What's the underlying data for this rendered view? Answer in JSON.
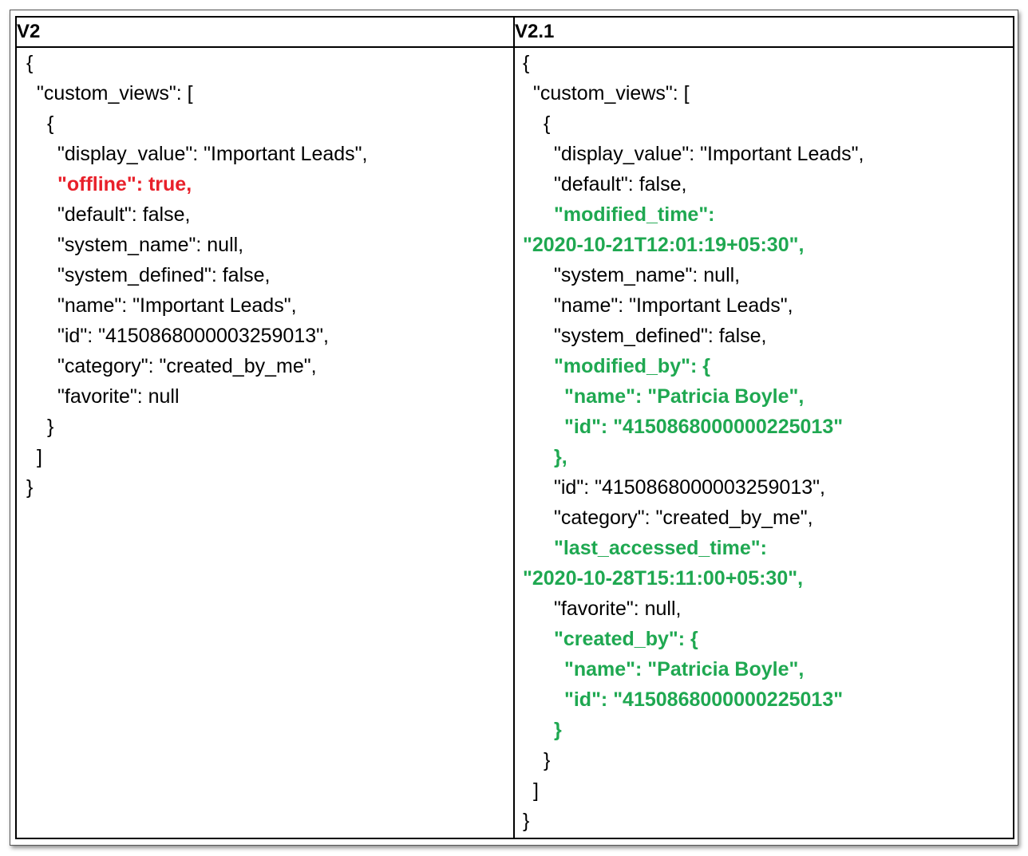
{
  "headers": {
    "v2": "V2",
    "v21": "V2.1"
  },
  "colors": {
    "removed": "#e8202a",
    "added": "#1fa851",
    "text": "#000000"
  },
  "v2_lines": [
    {
      "text": "{",
      "indent": 0,
      "style": "normal"
    },
    {
      "text": "\"custom_views\": [",
      "indent": 1,
      "style": "normal"
    },
    {
      "text": "{",
      "indent": 2,
      "style": "normal"
    },
    {
      "text": "\"display_value\": \"Important Leads\",",
      "indent": 3,
      "style": "normal"
    },
    {
      "text": "\"offline\": true,",
      "indent": 3,
      "style": "removed"
    },
    {
      "text": "\"default\": false,",
      "indent": 3,
      "style": "normal"
    },
    {
      "text": "\"system_name\": null,",
      "indent": 3,
      "style": "normal"
    },
    {
      "text": "\"system_defined\": false,",
      "indent": 3,
      "style": "normal"
    },
    {
      "text": "\"name\": \"Important Leads\",",
      "indent": 3,
      "style": "normal"
    },
    {
      "text": "\"id\": \"4150868000003259013\",",
      "indent": 3,
      "style": "normal"
    },
    {
      "text": "\"category\": \"created_by_me\",",
      "indent": 3,
      "style": "normal"
    },
    {
      "text": "\"favorite\": null",
      "indent": 3,
      "style": "normal"
    },
    {
      "text": "}",
      "indent": 2,
      "style": "normal"
    },
    {
      "text": "]",
      "indent": 1,
      "style": "normal"
    },
    {
      "text": "}",
      "indent": 0,
      "style": "normal"
    }
  ],
  "v21_lines": [
    {
      "text": "{",
      "indent": 0,
      "style": "normal"
    },
    {
      "text": "\"custom_views\": [",
      "indent": 1,
      "style": "normal"
    },
    {
      "text": "{",
      "indent": 2,
      "style": "normal"
    },
    {
      "text": "\"display_value\": \"Important Leads\",",
      "indent": 3,
      "style": "normal"
    },
    {
      "text": "\"default\": false,",
      "indent": 3,
      "style": "normal"
    },
    {
      "text": "\"modified_time\":",
      "indent": 3,
      "style": "added"
    },
    {
      "text": "\"2020-10-21T12:01:19+05:30\",",
      "indent": 0,
      "style": "added"
    },
    {
      "text": "\"system_name\": null,",
      "indent": 3,
      "style": "normal"
    },
    {
      "text": "\"name\": \"Important Leads\",",
      "indent": 3,
      "style": "normal"
    },
    {
      "text": "\"system_defined\": false,",
      "indent": 3,
      "style": "normal"
    },
    {
      "text": "\"modified_by\": {",
      "indent": 3,
      "style": "added"
    },
    {
      "text": "\"name\": \"Patricia Boyle\",",
      "indent": 4,
      "style": "added"
    },
    {
      "text": "\"id\": \"4150868000000225013\"",
      "indent": 4,
      "style": "added"
    },
    {
      "text": "},",
      "indent": 3,
      "style": "added"
    },
    {
      "text": "\"id\": \"4150868000003259013\",",
      "indent": 3,
      "style": "normal"
    },
    {
      "text": "\"category\": \"created_by_me\",",
      "indent": 3,
      "style": "normal"
    },
    {
      "text": "\"last_accessed_time\":",
      "indent": 3,
      "style": "added"
    },
    {
      "text": "\"2020-10-28T15:11:00+05:30\",",
      "indent": 0,
      "style": "added"
    },
    {
      "text": "\"favorite\": null,",
      "indent": 3,
      "style": "normal"
    },
    {
      "text": "\"created_by\": {",
      "indent": 3,
      "style": "added"
    },
    {
      "text": "\"name\": \"Patricia Boyle\",",
      "indent": 4,
      "style": "added"
    },
    {
      "text": "\"id\": \"4150868000000225013\"",
      "indent": 4,
      "style": "added"
    },
    {
      "text": "}",
      "indent": 3,
      "style": "added"
    },
    {
      "text": "}",
      "indent": 2,
      "style": "normal"
    },
    {
      "text": "]",
      "indent": 1,
      "style": "normal"
    },
    {
      "text": "}",
      "indent": 0,
      "style": "normal"
    }
  ]
}
